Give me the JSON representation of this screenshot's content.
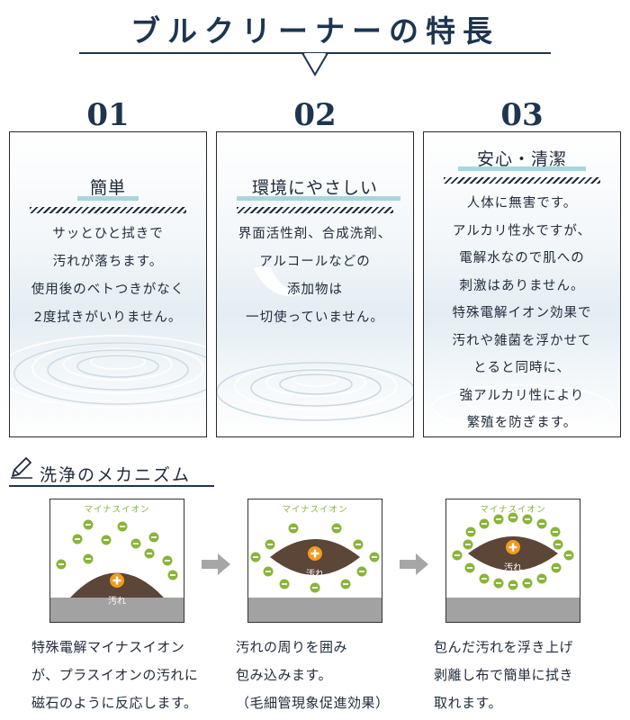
{
  "header": {
    "title": "ブルクリーナーの特長"
  },
  "features": [
    {
      "number": "01",
      "title": "簡単",
      "lines": [
        "サッとひと拭きで",
        "汚れが落ちます。",
        "使用後のベトつきがなく",
        "2度拭きがいりません。"
      ]
    },
    {
      "number": "02",
      "title": "環境にやさしい",
      "lines": [
        "界面活性剤、合成洗剤、",
        "アルコールなどの",
        "添加物は",
        "一切使っていません。"
      ]
    },
    {
      "number": "03",
      "title": "安心・清潔",
      "lines": [
        "人体に無害です。",
        "アルカリ性水ですが、",
        "電解水なので肌への",
        "刺激はありません。",
        "特殊電解イオン効果で",
        "汚れや雑菌を浮かせて",
        "とると同時に、",
        "強アルカリ性により",
        "繁殖を防ぎます。"
      ]
    }
  ],
  "mechanism": {
    "title": "洗浄のメカニズム",
    "panel_label": "マイナスイオン",
    "dirt_label": "汚れ",
    "plus_symbol": "+",
    "minus_symbol": "−",
    "colors": {
      "ion_green": "#8ab43a",
      "dirt_brown": "#5b4638",
      "plus_orange": "#f39a1d",
      "floor_gray": "#a2a2a2"
    },
    "steps": [
      {
        "lines": [
          "特殊電解マイナスイオン",
          "が、プラスイオンの汚れに",
          "磁石のように反応します。"
        ]
      },
      {
        "lines": [
          "汚れの周りを囲み",
          "包み込みます。",
          "（毛細管現象促進効果）"
        ]
      },
      {
        "lines": [
          "包んだ汚れを浮き上げ",
          "剥離し布で簡単に拭き",
          "取れます。"
        ]
      }
    ]
  }
}
